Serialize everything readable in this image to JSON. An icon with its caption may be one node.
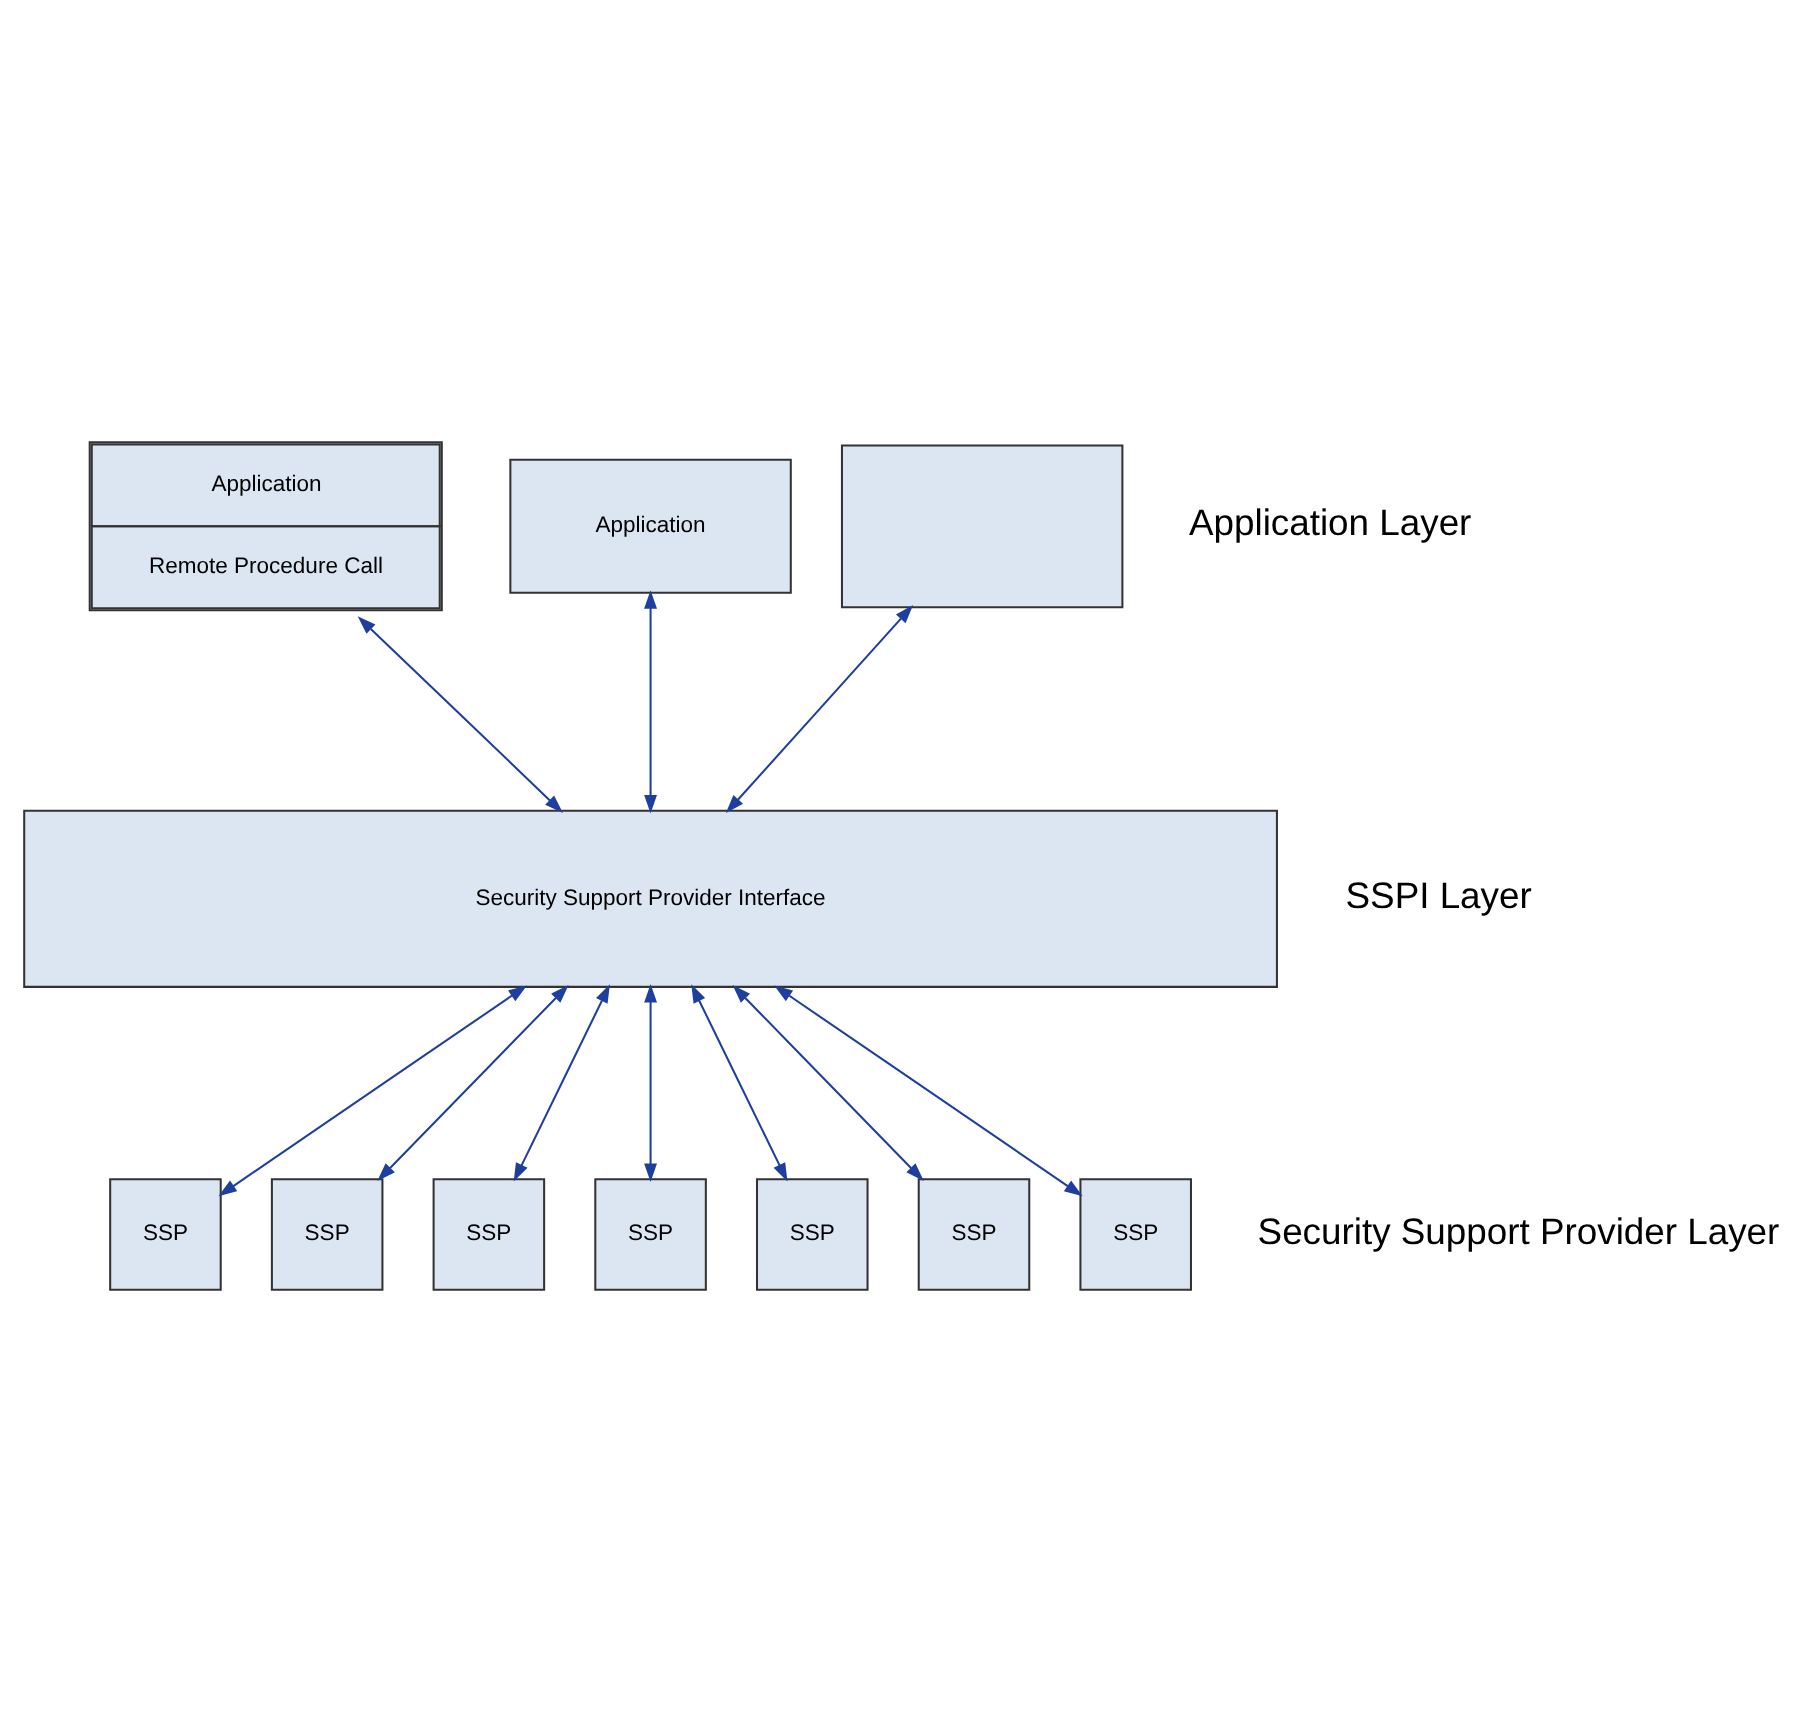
{
  "diagram": {
    "nodes": [
      {
        "text": [
          "Application",
          "Remote Procedure Call"
        ]
      },
      {
        "text": [
          "Application"
        ]
      },
      {
        "text": [],
        "shape": "box"
      },
      {
        "text": [
          "Security Support Provider Interface"
        ]
      },
      {
        "text": [
          "SSP"
        ]
      },
      {
        "text": [
          "SSP"
        ]
      },
      {
        "text": [
          "SSP"
        ]
      },
      {
        "text": [
          "SSP"
        ]
      },
      {
        "text": [
          "SSP"
        ]
      },
      {
        "text": [
          "SSP"
        ]
      },
      {
        "text": [
          "SSP"
        ]
      }
    ],
    "edges": [
      {
        "from": 0,
        "to": 3,
        "arrow": "both"
      },
      {
        "from": 1,
        "to": 3,
        "arrow": "both"
      },
      {
        "from": 2,
        "to": 3,
        "arrow": "both"
      },
      {
        "from": 3,
        "to": 4,
        "arrow": "both"
      },
      {
        "from": 3,
        "to": 5,
        "arrow": "both"
      },
      {
        "from": 3,
        "to": 6,
        "arrow": "both"
      },
      {
        "from": 3,
        "to": 7,
        "arrow": "both"
      },
      {
        "from": 3,
        "to": 8,
        "arrow": "both"
      },
      {
        "from": 3,
        "to": 9,
        "arrow": "both"
      },
      {
        "from": 3,
        "to": 10,
        "arrow": "both"
      }
    ],
    "labels": [
      "Application Layer",
      "SSPI Layer",
      "Security Support Provider Layer"
    ]
  }
}
